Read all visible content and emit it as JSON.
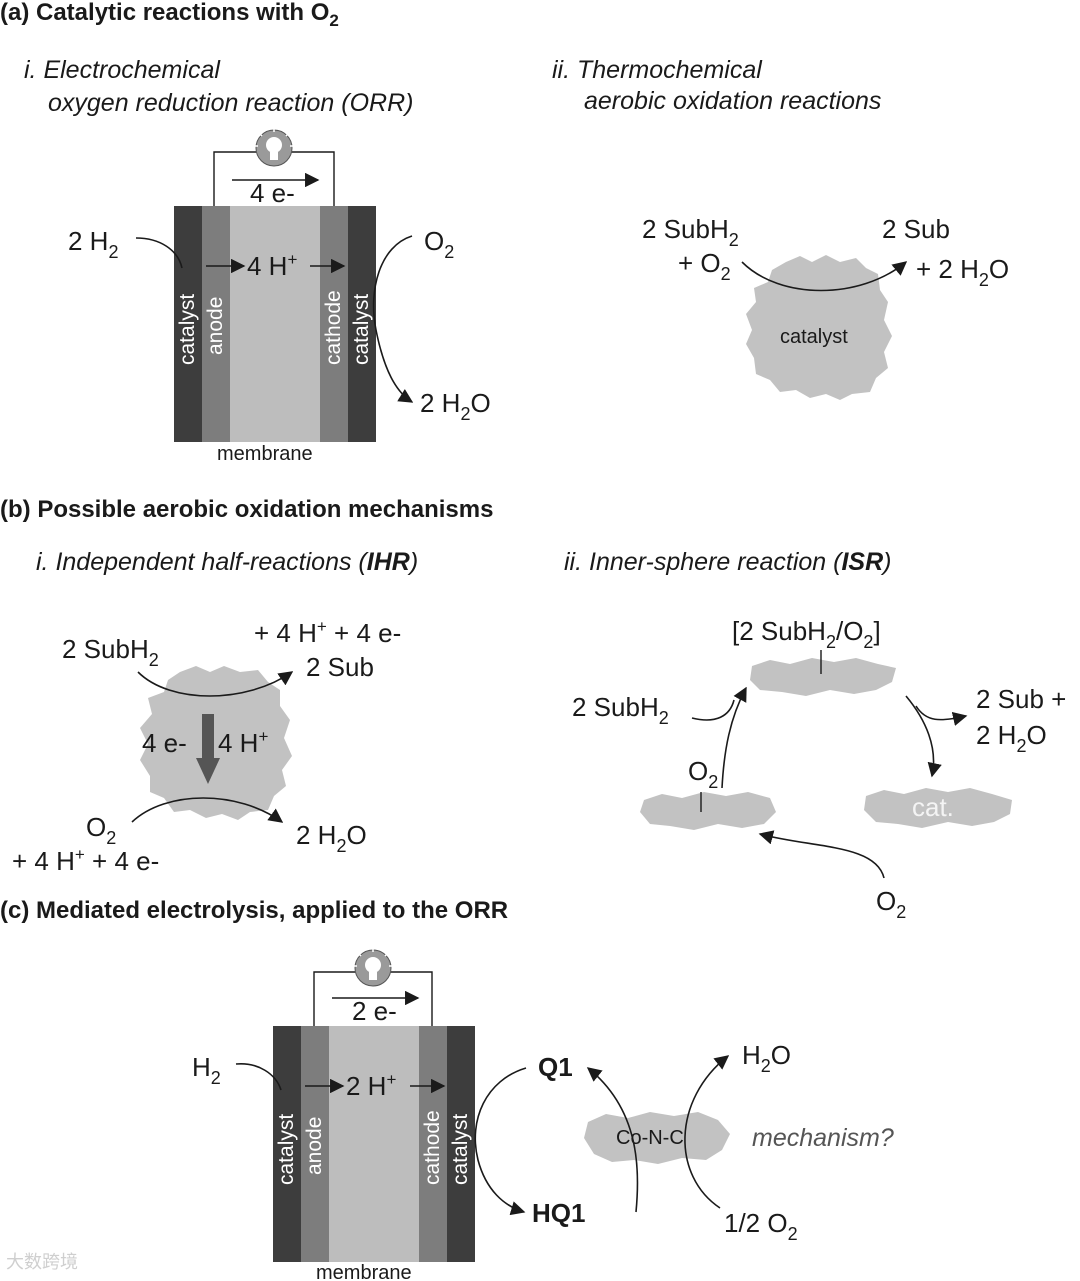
{
  "section_a": {
    "heading": "(a) Catalytic reactions with O",
    "heading_sub": "2",
    "i_title_1": "i. Electrochemical",
    "i_title_2": "oxygen reduction reaction (ORR)",
    "ii_title_1": "ii. Thermochemical",
    "ii_title_2": "aerobic oxidation reactions",
    "cell": {
      "electrons": "4 e-",
      "protons": "4 H",
      "protons_sup": "+",
      "h2_in": "2 H",
      "h2_sub": "2",
      "o2_in": "O",
      "o2_sub": "2",
      "water_out": "2 H",
      "water_sub": "2",
      "water_tail": "O",
      "layer_catalyst_left": "catalyst",
      "layer_anode": "anode",
      "layer_cathode": "cathode",
      "layer_catalyst_right": "catalyst",
      "membrane": "membrane"
    },
    "thermo": {
      "subh2": "2 SubH",
      "subh2_sub": "2",
      "plus_o2": "+ O",
      "plus_o2_sub": "2",
      "sub": "2 Sub",
      "plus_water": "+ 2 H",
      "plus_water_sub": "2",
      "plus_water_tail": "O",
      "catalyst": "catalyst"
    }
  },
  "section_b": {
    "heading": "(b) Possible aerobic oxidation mechanisms",
    "i_title_pre": "i. Independent half-reactions (",
    "i_title_bold": "IHR",
    "i_title_post": ")",
    "ii_title_pre": "ii. Inner-sphere reaction (",
    "ii_title_bold": "ISR",
    "ii_title_post": ")",
    "ihr": {
      "subh2": "2 SubH",
      "subh2_sub": "2",
      "h_plus_e": "+ 4 H",
      "h_plus_e_sup": "+",
      "h_plus_e_tail": " + 4 e-",
      "sub": "2 Sub",
      "electrons": "4 e-",
      "protons": "4 H",
      "protons_sup": "+",
      "o2": "O",
      "o2_sub": "2",
      "o2_line2": "+ 4 H",
      "o2_line2_sup": "+",
      "o2_line2_tail": " + 4 e-",
      "water": "2 H",
      "water_sub": "2",
      "water_tail": "O"
    },
    "isr": {
      "complex": "[2 SubH",
      "complex_sub": "2",
      "complex_mid": "/O",
      "complex_sub2": "2",
      "complex_end": "]",
      "subh2": "2 SubH",
      "subh2_sub": "2",
      "products_1": "2 Sub +",
      "products_2": "2 H",
      "products_2_sub": "2",
      "products_2_tail": "O",
      "o2_bound": "O",
      "o2_bound_sub": "2",
      "cat": "cat.",
      "o2_free": "O",
      "o2_free_sub": "2"
    }
  },
  "section_c": {
    "heading": "(c) Mediated electrolysis, applied to the ORR",
    "cell": {
      "electrons": "2 e-",
      "protons": "2 H",
      "protons_sup": "+",
      "h2_in": "H",
      "h2_sub": "2",
      "layer_catalyst_left": "catalyst",
      "layer_anode": "anode",
      "layer_cathode": "cathode",
      "layer_catalyst_right": "catalyst",
      "membrane": "membrane"
    },
    "mediator": {
      "q1": "Q1",
      "hq1": "HQ1",
      "water": "H",
      "water_sub": "2",
      "water_tail": "O",
      "half_o2": "1/2 O",
      "half_o2_sub": "2",
      "conc": "Co-N-C",
      "question": "mechanism?"
    }
  },
  "watermark": "大数跨境",
  "colors": {
    "dark_layer": "#3d3d3d",
    "mid_layer": "#7d7d7d",
    "membrane": "#bdbdbd",
    "blob": "#c2c2c2",
    "text": "#1a1a1a"
  }
}
